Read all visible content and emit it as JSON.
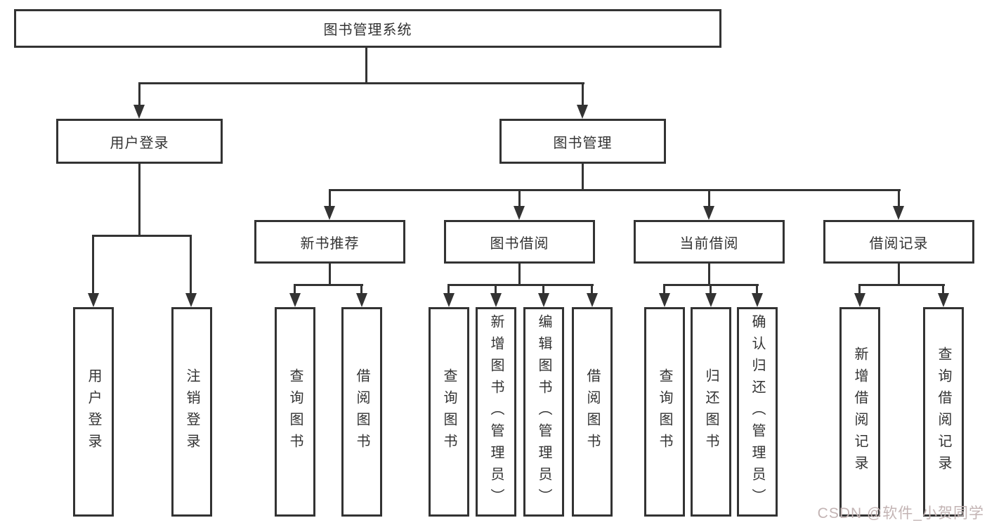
{
  "diagram": {
    "type": "tree-structure-chart",
    "title": "图书管理系统",
    "colors": {
      "background": "#ffffff",
      "box_border": "#333333",
      "line": "#333333",
      "text": "#333333",
      "watermark": "#c3b4b4"
    },
    "arrowhead_style": "filled-triangle-down",
    "nodes": {
      "root": "图书管理系统",
      "user_login": "用户登录",
      "book_management": "图书管理",
      "login_action": "用户登录",
      "logout_action": "注销登录",
      "new_book_recommend": "新书推荐",
      "book_borrowing": "图书借阅",
      "current_borrowing": "当前借阅",
      "borrowing_records": "借阅记录",
      "recommend_query_books": "查询图书",
      "recommend_borrow_books": "借阅图书",
      "borrow_query_books": "查询图书",
      "borrow_add_books": "新增图书（管理员）",
      "borrow_edit_books": "编辑图书（管理员）",
      "borrow_borrow_books": "借阅图书",
      "current_query_books": "查询图书",
      "current_return_books": "归还图书",
      "current_confirm_return": "确认归还（管理员）",
      "records_add_record": "新增借阅记录",
      "records_query_record": "查询借阅记录"
    },
    "edges": [
      {
        "from": "图书管理系统",
        "to": [
          "用户登录",
          "图书管理"
        ]
      },
      {
        "from": "用户登录",
        "to": [
          "用户登录",
          "注销登录"
        ]
      },
      {
        "from": "图书管理",
        "to": [
          "新书推荐",
          "图书借阅",
          "当前借阅",
          "借阅记录"
        ]
      },
      {
        "from": "新书推荐",
        "to": [
          "查询图书",
          "借阅图书"
        ]
      },
      {
        "from": "图书借阅",
        "to": [
          "查询图书",
          "新增图书（管理员）",
          "编辑图书（管理员）",
          "借阅图书"
        ]
      },
      {
        "from": "当前借阅",
        "to": [
          "查询图书",
          "归还图书",
          "确认归还（管理员）"
        ]
      },
      {
        "from": "借阅记录",
        "to": [
          "新增借阅记录",
          "查询借阅记录"
        ]
      }
    ],
    "watermark": "CSDN @软件_小贺同学"
  }
}
